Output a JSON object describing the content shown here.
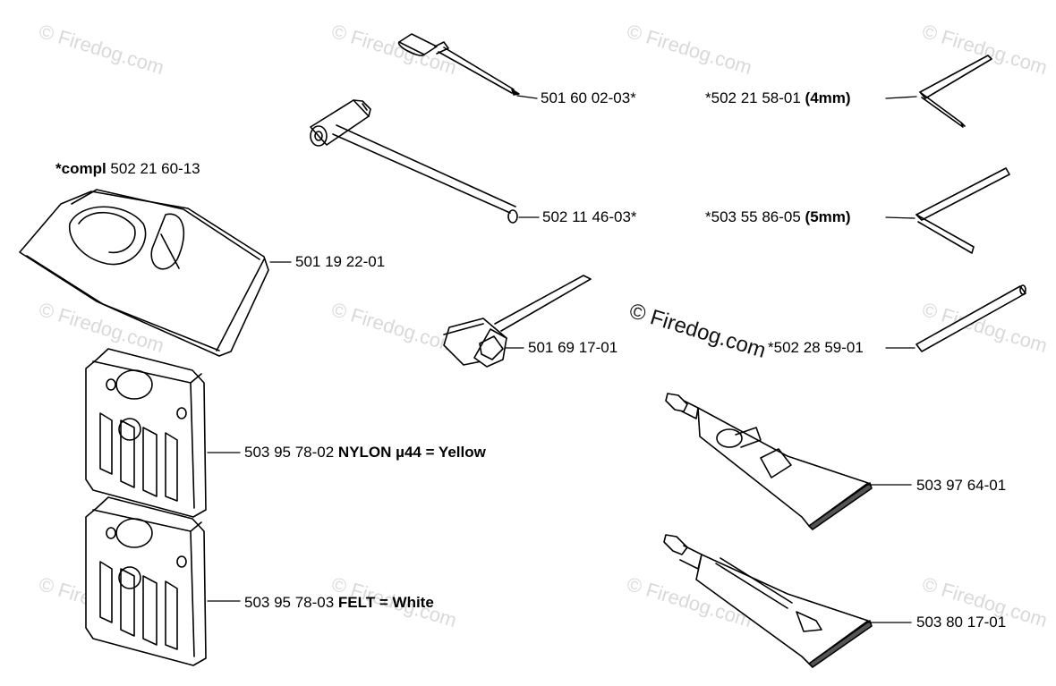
{
  "watermark": "© Firedog.com",
  "parts": {
    "screwdriver": "501 60 02-03*",
    "hex4_prefix": "*502 21 58-01 ",
    "hex4_size": "(4mm)",
    "compl_prefix": "*compl",
    "compl_number": " 502 21 60-13",
    "t_wrench": "502 11 46-03*",
    "hex5_prefix": "*503 55 86-05 ",
    "hex5_size": "(5mm)",
    "tool_bag": "501 19 22-01",
    "plug_wrench": "501 69 17-01",
    "rod": "*502 28 59-01",
    "filter_nylon_number": "503 95 78-02 ",
    "filter_nylon_desc": "NYLON µ44 = Yellow",
    "grease_tube_1": "503 97 64-01",
    "filter_felt_number": "503 95 78-03 ",
    "filter_felt_desc": "FELT = White",
    "grease_tube_2": "503 80 17-01"
  }
}
